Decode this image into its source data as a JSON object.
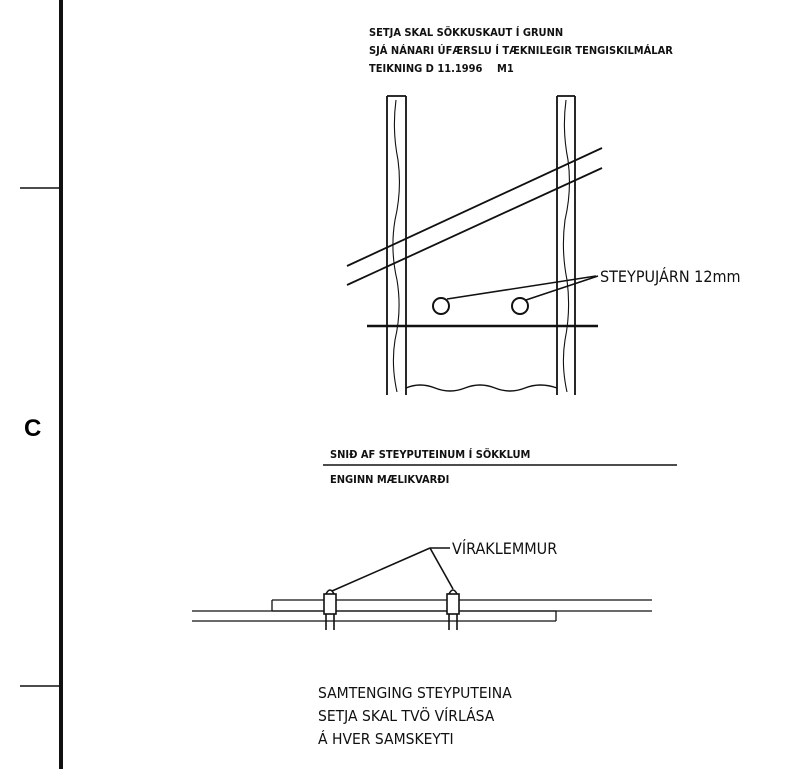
{
  "margin_letter": "C",
  "notes": {
    "line1": "SETJA SKAL SÖKKUSKAUT Í GRUNN",
    "line2": "SJÁ NÁNARI ÚFÆRSLU Í TÆKNILEGIR TENGISKILMÁLAR",
    "line3_ref": "TEIKNING D 11.1996",
    "line3_sheet": "M1"
  },
  "section_drawing": {
    "rebar_label": "STEYPUJÁRN 12mm",
    "title": "SNIÐ AF STEYPUTEINUM Í SÖKKLUM",
    "scale": "ENGINN MÆLIKVARÐI"
  },
  "joint_drawing": {
    "clamp_label": "VÍRAKLEMMUR",
    "caption_line1": "SAMTENGING STEYPUTEINA",
    "caption_line2": "SETJA SKAL TVÖ VÍRLÁSA",
    "caption_line3": "Á HVER SAMSKEYTI"
  },
  "colors": {
    "ink": "#111111",
    "paper": "#ffffff"
  }
}
